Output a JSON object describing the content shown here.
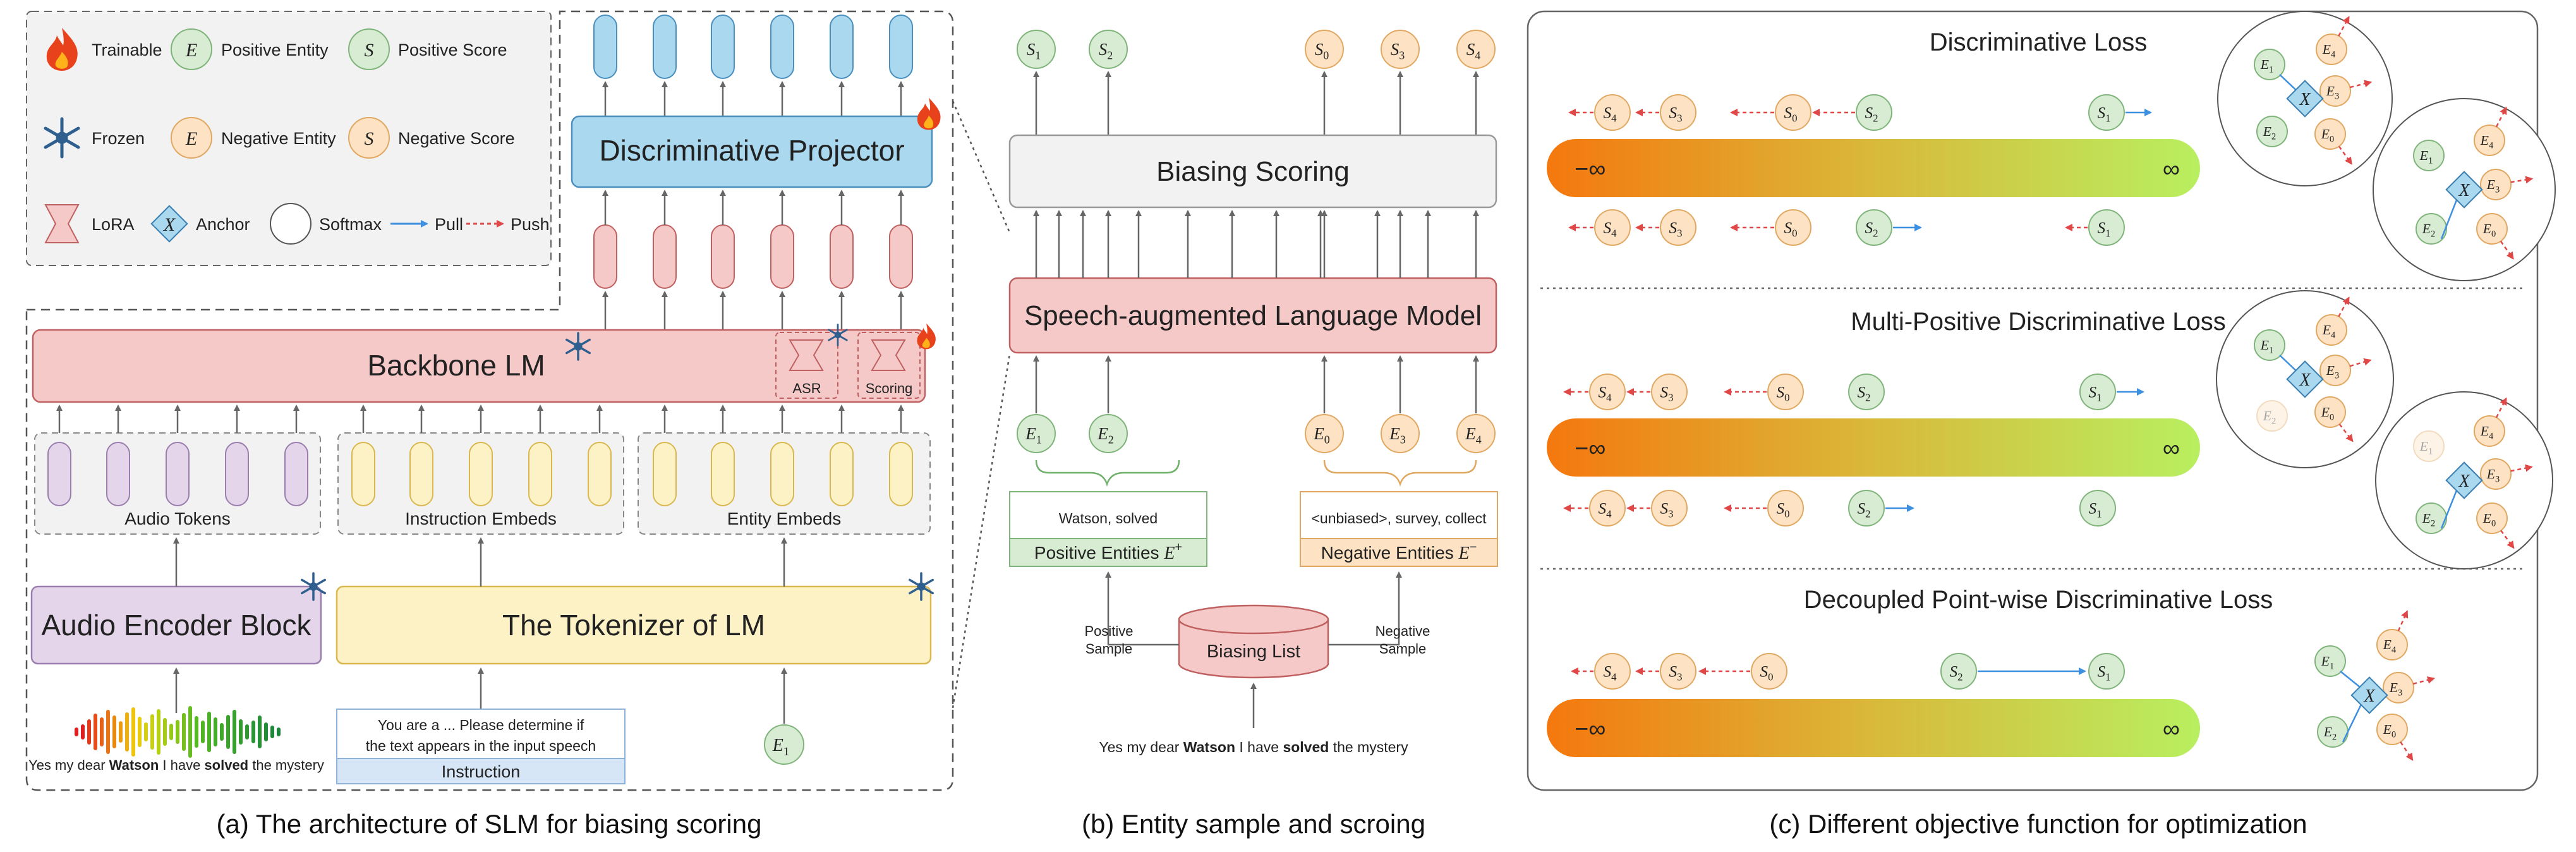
{
  "legend": {
    "trainable": "Trainable",
    "positive_entity": "Positive Entity",
    "positive_score": "Positive Score",
    "frozen": "Frozen",
    "negative_entity": "Negative Entity",
    "negative_score": "Negative Score",
    "lora": "LoRA",
    "anchor": "Anchor",
    "softmax": "Softmax",
    "pull": "Pull",
    "push": "Push",
    "entity_symbol": "E",
    "score_symbol": "S",
    "anchor_symbol": "X"
  },
  "panel_a": {
    "projector": "Discriminative Projector",
    "backbone": "Backbone LM",
    "asr": "ASR",
    "scoring": "Scoring",
    "audio_tokens": "Audio Tokens",
    "instruction_embeds": "Instruction Embeds",
    "entity_embeds": "Entity Embeds",
    "audio_encoder": "Audio Encoder Block",
    "tokenizer": "The Tokenizer of LM",
    "transcript_pre": "Yes my dear ",
    "transcript_w1": "Watson",
    "transcript_mid": " I have ",
    "transcript_w2": "solved",
    "transcript_post": " the mystery",
    "instruction_line1": "You are a ... Please determine if",
    "instruction_line2": "the text appears in the input speech",
    "instruction_label": "Instruction",
    "entity_input": "E",
    "entity_input_sub": "1",
    "caption": "(a) The architecture of SLM for biasing scoring"
  },
  "panel_b": {
    "scores": [
      {
        "s": "S",
        "sub": "1"
      },
      {
        "s": "S",
        "sub": "2"
      },
      {
        "s": "S",
        "sub": "0"
      },
      {
        "s": "S",
        "sub": "3"
      },
      {
        "s": "S",
        "sub": "4"
      }
    ],
    "biasing_scoring": "Biasing Scoring",
    "slm": "Speech-augmented Language Model",
    "entities": [
      {
        "s": "E",
        "sub": "1"
      },
      {
        "s": "E",
        "sub": "2"
      },
      {
        "s": "E",
        "sub": "0"
      },
      {
        "s": "E",
        "sub": "3"
      },
      {
        "s": "E",
        "sub": "4"
      }
    ],
    "positive_words": "Watson, solved",
    "negative_words": "<unbiased>, survey, collect",
    "positive_entities_label": "Positive Entities",
    "positive_entities_math": "E",
    "positive_entities_sup": "+",
    "negative_entities_label": "Negative Entities",
    "negative_entities_math": "E",
    "negative_entities_sup": "−",
    "positive_sample_l1": "Positive",
    "positive_sample_l2": "Sample",
    "negative_sample_l1": "Negative",
    "negative_sample_l2": "Sample",
    "biasing_list": "Biasing List",
    "transcript_pre": "Yes my dear ",
    "transcript_w1": "Watson",
    "transcript_mid": " I have ",
    "transcript_w2": "solved",
    "transcript_post": " the mystery",
    "caption": "(b) Entity sample and scroing"
  },
  "panel_c": {
    "sections": [
      {
        "title": "Discriminative Loss"
      },
      {
        "title": "Multi-Positive Discriminative Loss"
      },
      {
        "title": "Decoupled Point-wise Discriminative Loss"
      }
    ],
    "neg_inf": "−∞",
    "pos_inf": "∞",
    "caption": "(c) Different objective function for optimization"
  },
  "colors": {
    "trainable_red": "#f6c9c9",
    "frozen_blue": "#2e5f8f",
    "projector_blue": "#a9d8ef",
    "audio_purple": "#e4d5ea",
    "tokenizer_yellow": "#fdf2c6",
    "positive_green": "#d8ecd3",
    "negative_orange": "#fde3c4",
    "pull": "#3d8fe0",
    "push": "#e04848",
    "gradient_start": "#f5780e",
    "gradient_end": "#b8ef60"
  }
}
